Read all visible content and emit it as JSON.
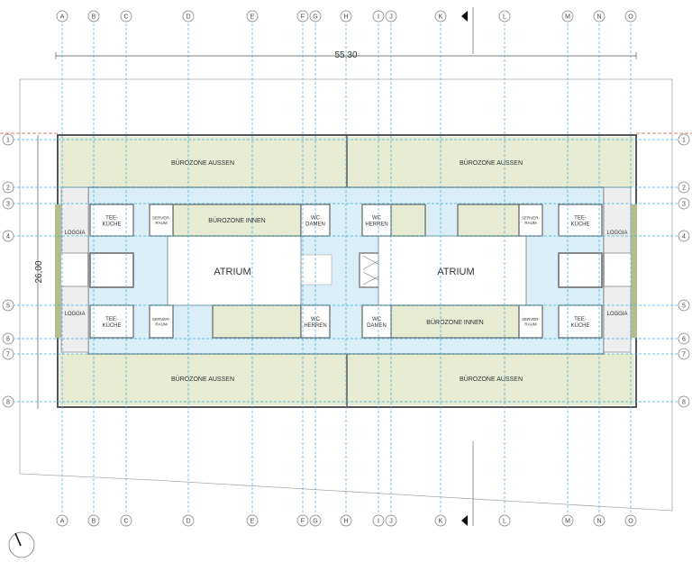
{
  "dimensions": {
    "width_label": "55,30",
    "depth_label": "26,00"
  },
  "grid_columns": [
    "A",
    "B",
    "C",
    "D",
    "E",
    "F",
    "G",
    "H",
    "I",
    "J",
    "K",
    "L",
    "M",
    "N",
    "O"
  ],
  "grid_rows": [
    "1",
    "2",
    "3",
    "4",
    "5",
    "6",
    "7",
    "8"
  ],
  "rooms": {
    "office_outer": "BÜROZONE AUSSEN",
    "office_inner": "BÜROZONE INNEN",
    "atrium": "ATRIUM",
    "loggia": "LOGGIA",
    "tea_kitchen_1": "TEE-",
    "tea_kitchen_2": "KÜCHE",
    "server_1": "SERVER-",
    "server_2": "RAUM",
    "wc": "WC",
    "ladies": "DAMEN",
    "gents": "HERREN"
  },
  "colors": {
    "office": "#e6ebd2",
    "circulation": "#d9eef6",
    "grid": "#3bb0e0",
    "wall": "#666666",
    "green_wall": "#b5bd8f"
  }
}
